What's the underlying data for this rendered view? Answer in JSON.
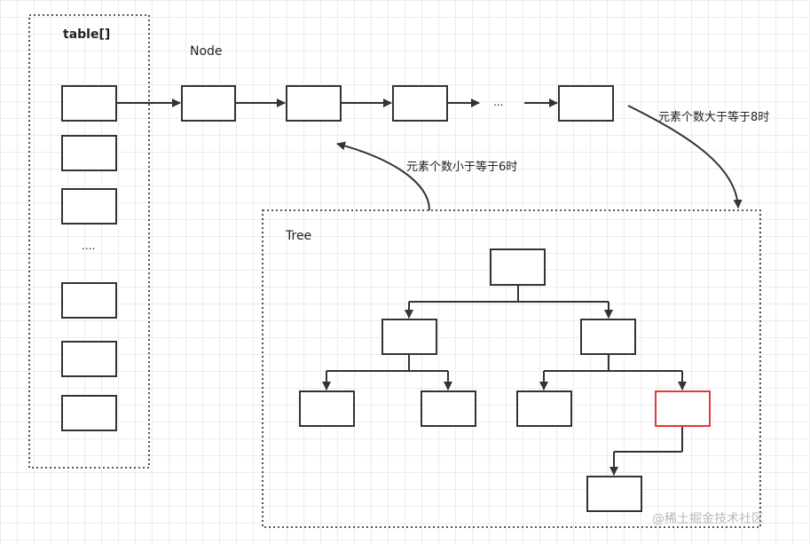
{
  "labels": {
    "table": "table[]",
    "node": "Node",
    "table_ellipsis": "....",
    "list_ellipsis": "...",
    "tree": "Tree",
    "to_tree": "元素个数大于等于8时",
    "to_list": "元素个数小于等于6时"
  },
  "watermark": "@稀土掘金技术社区",
  "colors": {
    "box_stroke": "#333333",
    "highlight_stroke": "#e53935",
    "container_stroke": "#222222",
    "arrow": "#333333"
  }
}
